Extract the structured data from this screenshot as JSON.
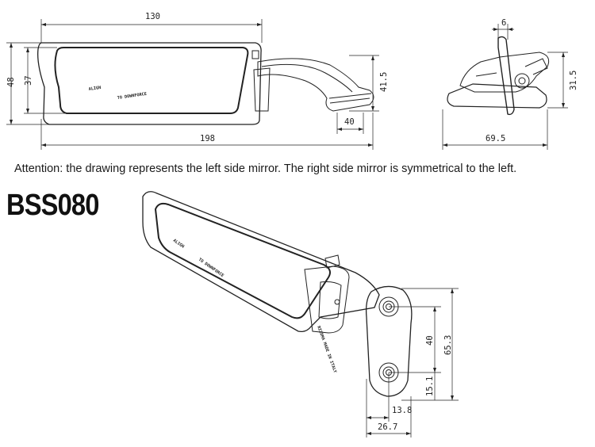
{
  "note": "Attention: the drawing represents the left side mirror. The right side mirror is symmetrical to the left.",
  "model": "BSS080",
  "engraving": {
    "align": "ALIGN",
    "to_downforce": "TO DOWNFORCE",
    "made_in_italy": "RIZOMA MADE IN ITALY"
  },
  "dimensions": {
    "top_width": "130",
    "total_height": "48",
    "glass_height": "37",
    "arm_height": "41.5",
    "foot_width": "40",
    "overall_length": "198",
    "side_thickness": "6",
    "side_height": "31.5",
    "side_depth": "69.5",
    "hole_spacing": "40",
    "mount_height": "65.3",
    "hole_offset_v": "15.1",
    "hole_offset_h": "13.8",
    "mount_width": "26.7"
  }
}
